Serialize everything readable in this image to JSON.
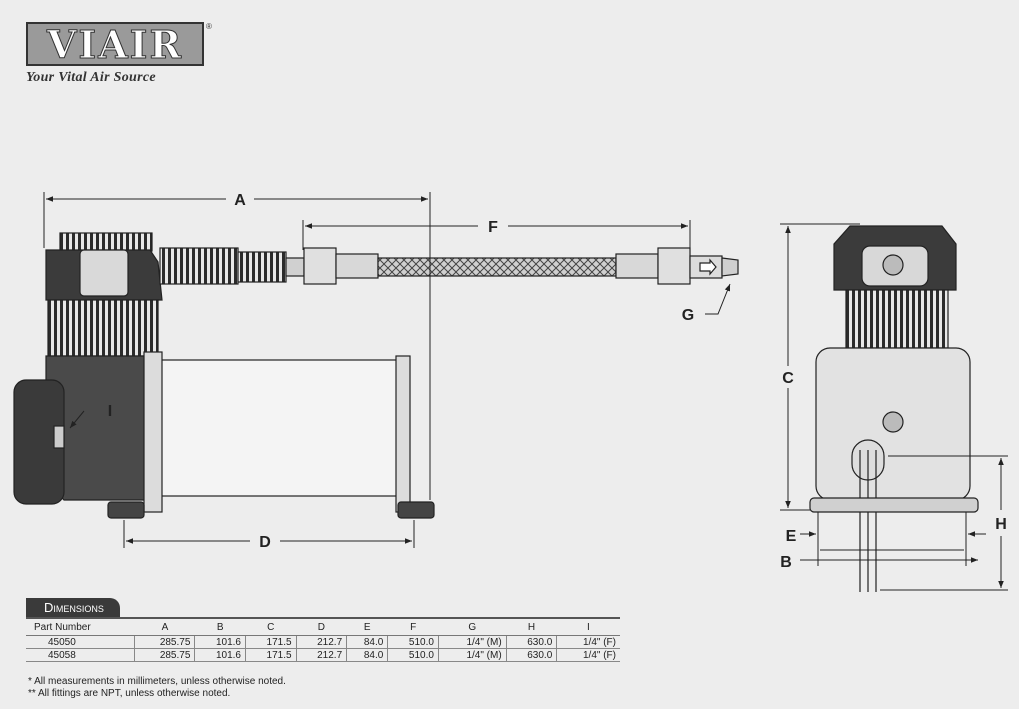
{
  "brand": {
    "name": "VIAIR",
    "registered": "®",
    "tagline": "Your Vital Air Source"
  },
  "labels": {
    "A": "A",
    "B": "B",
    "C": "C",
    "D": "D",
    "E": "E",
    "F": "F",
    "G": "G",
    "H": "H",
    "I": "I"
  },
  "table": {
    "title": "Dimensions",
    "headers": [
      "Part Number",
      "A",
      "B",
      "C",
      "D",
      "E",
      "F",
      "G",
      "H",
      "I"
    ],
    "rows": [
      [
        "45050",
        "285.75",
        "101.6",
        "171.5",
        "212.7",
        "84.0",
        "510.0",
        "1/4\" (M)",
        "630.0",
        "1/4\" (F)"
      ],
      [
        "45058",
        "285.75",
        "101.6",
        "171.5",
        "212.7",
        "84.0",
        "510.0",
        "1/4\" (M)",
        "630.0",
        "1/4\" (F)"
      ]
    ]
  },
  "notes": [
    "* All measurements in millimeters, unless otherwise noted.",
    "** All fittings are NPT, unless otherwise noted."
  ]
}
